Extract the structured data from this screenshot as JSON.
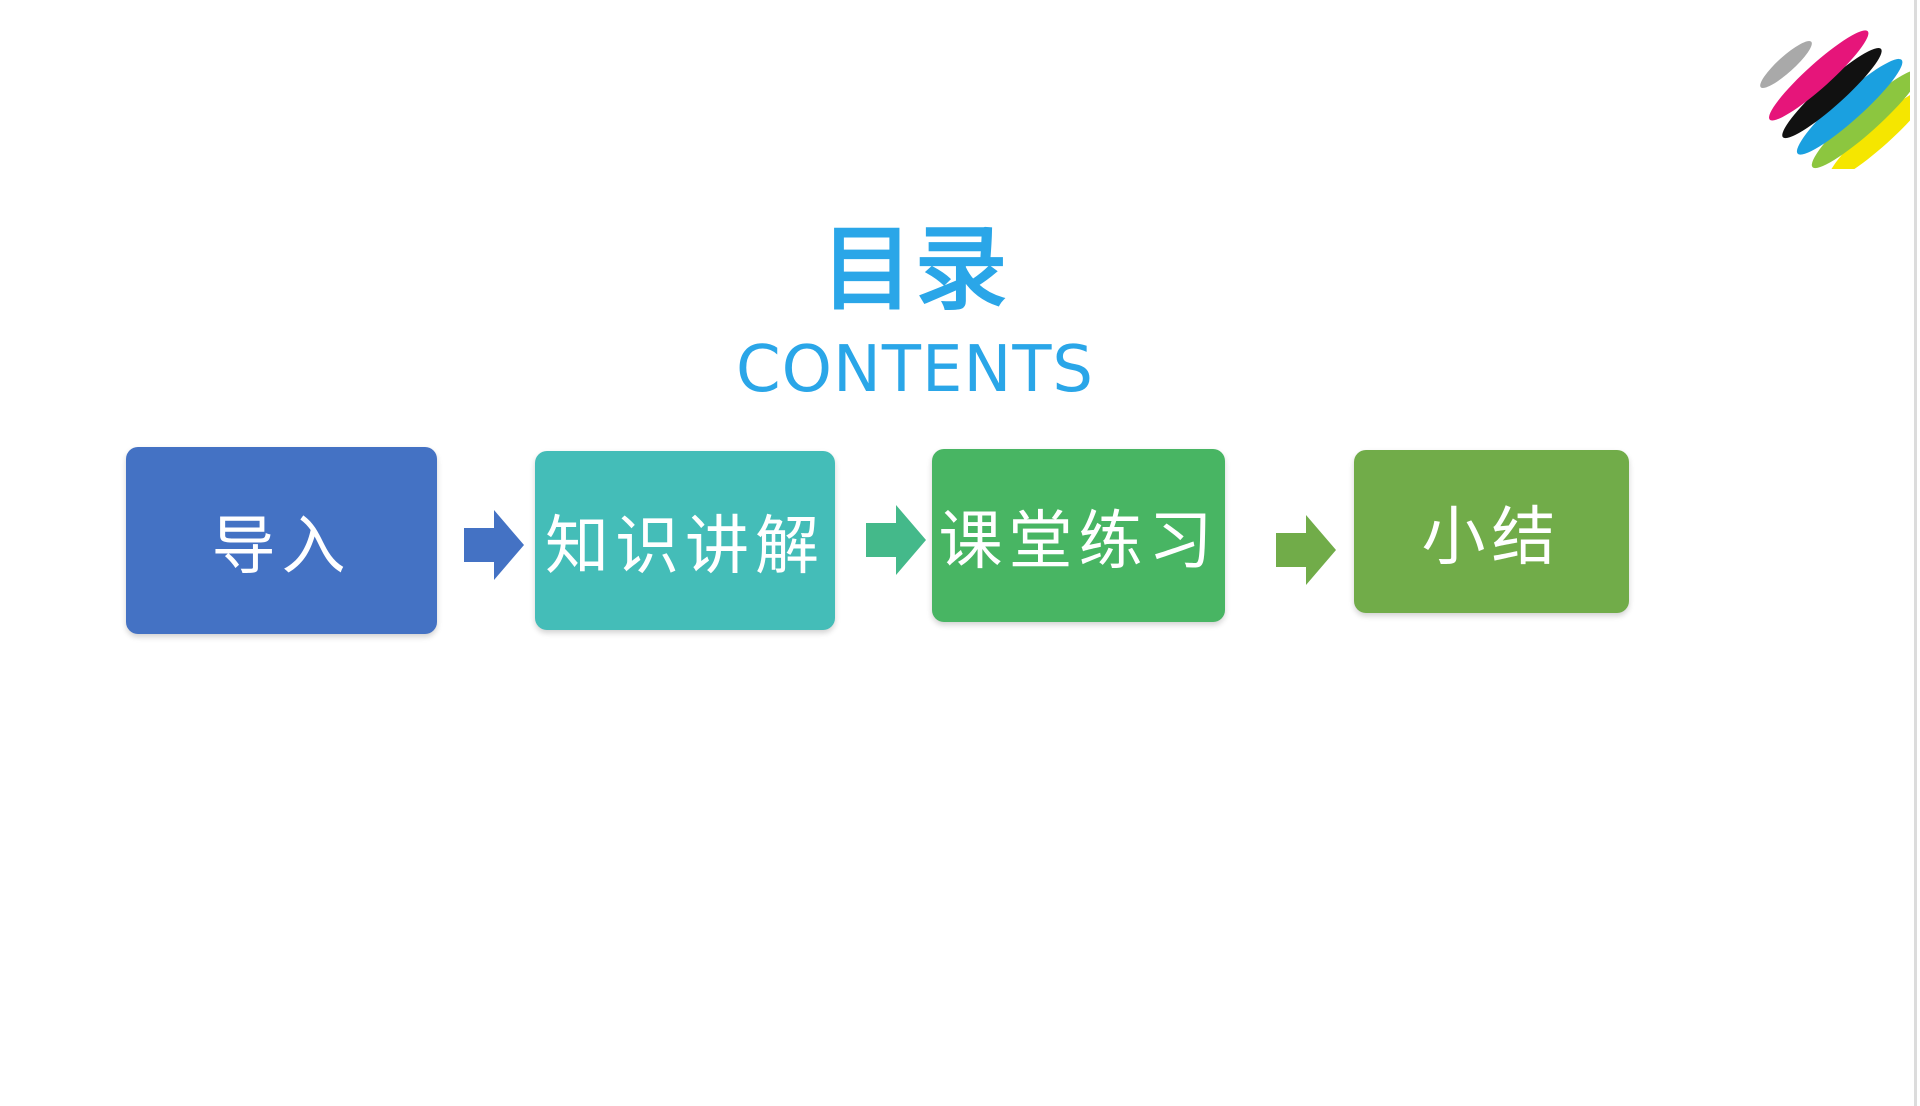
{
  "title": {
    "chinese": "目录",
    "english": "CONTENTS"
  },
  "steps": [
    {
      "label": "导入",
      "color": "#4472c4"
    },
    {
      "label": "知识讲解",
      "color": "#44bdb8"
    },
    {
      "label": "课堂练习",
      "color": "#48b563"
    },
    {
      "label": "小结",
      "color": "#71ac49"
    }
  ],
  "arrows": [
    {
      "color": "#4472c4",
      "icon": "arrow-right-icon"
    },
    {
      "color": "#44b98a",
      "icon": "arrow-right-icon"
    },
    {
      "color": "#71ac49",
      "icon": "arrow-right-icon"
    }
  ],
  "colors": {
    "title": "#2aa6e8",
    "background": "#ffffff"
  },
  "logo": {
    "icon": "color-swoosh-logo"
  }
}
